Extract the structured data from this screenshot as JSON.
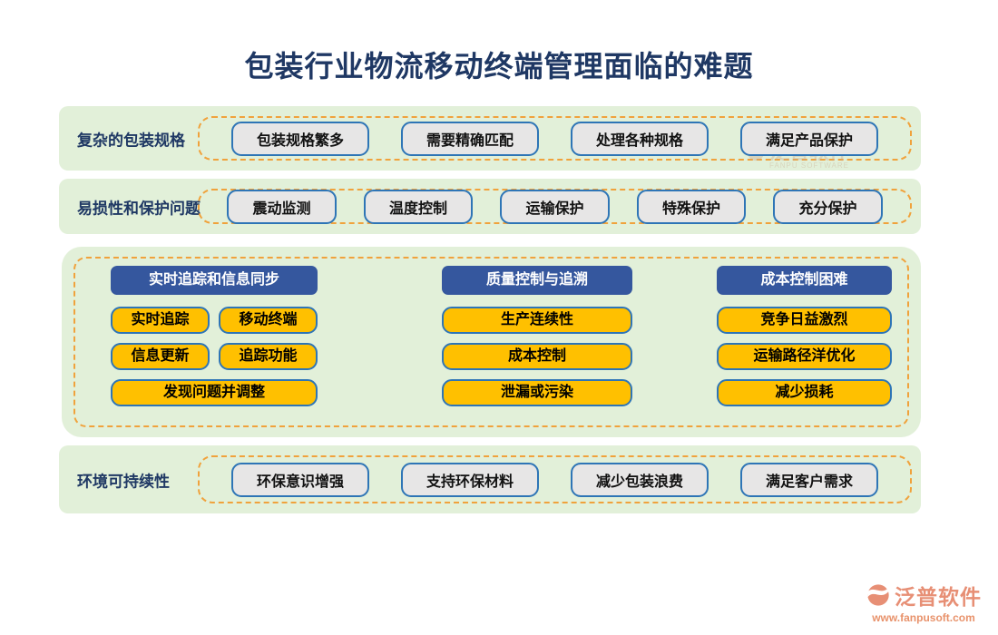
{
  "title": "包装行业物流移动终端管理面临的难题",
  "colors": {
    "title_navy": "#1F3864",
    "band_green": "#E2F0D9",
    "dash_orange": "#F0A23C",
    "pill_gray": "#E7E6E6",
    "pill_border_blue": "#2E75B6",
    "header_blue": "#35579E",
    "button_yellow": "#FFC000",
    "logo_coral": "#E78F75"
  },
  "rows": [
    {
      "label": "复杂的包装规格",
      "pills": [
        "包装规格繁多",
        "需要精确匹配",
        "处理各种规格",
        "满足产品保护"
      ]
    },
    {
      "label": "易损性和保护问题",
      "pills": [
        "震动监测",
        "温度控制",
        "运输保护",
        "特殊保护",
        "充分保护"
      ]
    }
  ],
  "middle": {
    "columns": [
      {
        "header": "实时追踪和信息同步",
        "buttons": [
          "实时追踪",
          "移动终端",
          "信息更新",
          "追踪功能",
          "发现问题并调整"
        ]
      },
      {
        "header": "质量控制与追溯",
        "buttons": [
          "生产连续性",
          "成本控制",
          "泄漏或污染"
        ]
      },
      {
        "header": "成本控制困难",
        "buttons": [
          "竞争日益激烈",
          "运输路径洋优化",
          "减少损耗"
        ]
      }
    ]
  },
  "bottom_row": {
    "label": "环境可持续性",
    "pills": [
      "环保意识增强",
      "支持环保材料",
      "减少包装浪费",
      "满足客户需求"
    ]
  },
  "watermark": {
    "name": "泛普软件",
    "sub": "FANPU SOFTWARE"
  },
  "logo": {
    "name": "泛普软件",
    "url": "www.fanpusoft.com"
  }
}
